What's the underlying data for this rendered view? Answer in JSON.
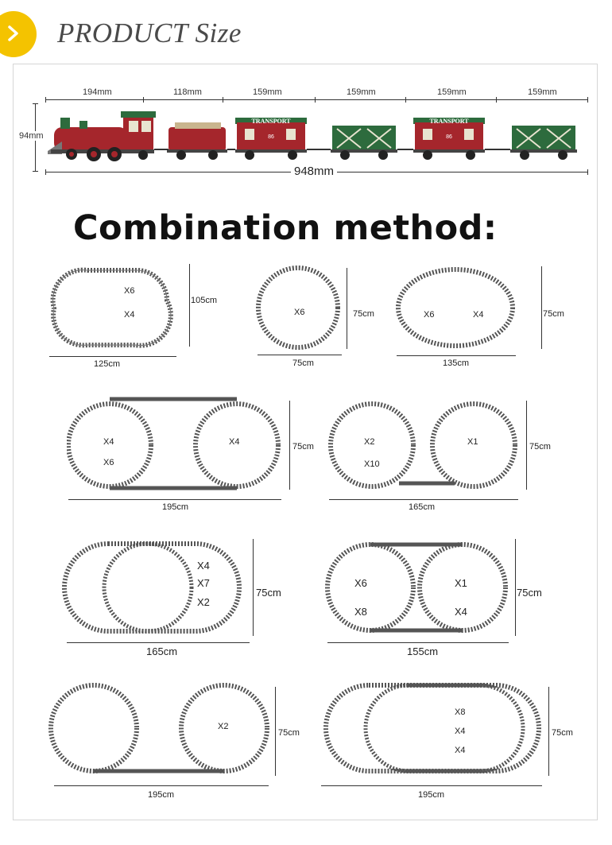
{
  "header": {
    "title": "PRODUCT Size",
    "badge_icon": "arrow-right-icon"
  },
  "train": {
    "segments": [
      "194mm",
      "118mm",
      "159mm",
      "159mm",
      "159mm",
      "159mm"
    ],
    "height_label": "94mm",
    "total_label": "948mm",
    "car_text": "TRANSPORT",
    "car_number": "86"
  },
  "combination": {
    "heading": "Combination method:",
    "layouts": [
      {
        "labels": [
          "X6",
          "X4"
        ],
        "height": "105cm",
        "width": "125cm"
      },
      {
        "labels": [
          "X6"
        ],
        "height": "75cm",
        "width": "75cm"
      },
      {
        "labels": [
          "X6",
          "X4"
        ],
        "height": "75cm",
        "width": "135cm"
      },
      {
        "labels": [
          "X4",
          "X6",
          "X4"
        ],
        "height": "75cm",
        "width": "195cm"
      },
      {
        "labels": [
          "X2",
          "X10",
          "X1"
        ],
        "height": "75cm",
        "width": "165cm"
      },
      {
        "labels": [
          "X4",
          "X7",
          "X2"
        ],
        "height": "75cm",
        "width": "165cm"
      },
      {
        "labels": [
          "X6",
          "X8",
          "X1",
          "X4"
        ],
        "height": "75cm",
        "width": "155cm"
      },
      {
        "labels": [
          "X2"
        ],
        "height": "75cm",
        "width": "195cm"
      },
      {
        "labels": [
          "X8",
          "X4",
          "X4"
        ],
        "height": "75cm",
        "width": "195cm"
      }
    ]
  },
  "colors": {
    "badge": "#f4c300",
    "car_red": "#a5262c",
    "car_green": "#2d6b3d",
    "track": "#555555"
  }
}
